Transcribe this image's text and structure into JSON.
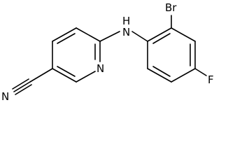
{
  "molecule": {
    "atoms": {
      "bromine": "Br",
      "amine_h": "H",
      "amine_n": "N",
      "pyridine_n": "N",
      "nitrile_n": "N",
      "fluorine": "F"
    }
  }
}
